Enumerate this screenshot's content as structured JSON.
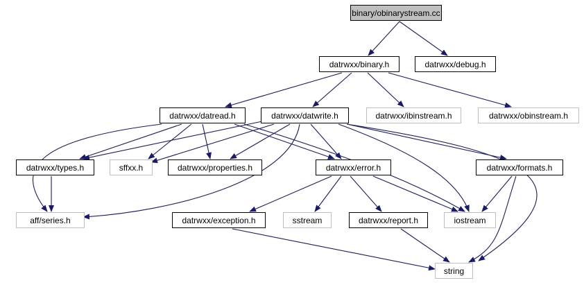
{
  "colors": {
    "edge": "#191970",
    "root_fill": "#bfbfbf",
    "node_border": "#000000",
    "external_border": "#bfbfbf"
  },
  "nodes": {
    "root": "binary/obinarystream.cc",
    "binary_h": "datrwxx/binary.h",
    "debug_h": "datrwxx/debug.h",
    "datread_h": "datrwxx/datread.h",
    "datwrite_h": "datrwxx/datwrite.h",
    "ibinstream_h": "datrwxx/ibinstream.h",
    "obinstream_h": "datrwxx/obinstream.h",
    "types_h": "datrwxx/types.h",
    "sffxx_h": "sffxx.h",
    "properties_h": "datrwxx/properties.h",
    "error_h": "datrwxx/error.h",
    "formats_h": "datrwxx/formats.h",
    "series_h": "aff/series.h",
    "exception_h": "datrwxx/exception.h",
    "sstream": "sstream",
    "report_h": "datrwxx/report.h",
    "iostream": "iostream",
    "string": "string"
  }
}
